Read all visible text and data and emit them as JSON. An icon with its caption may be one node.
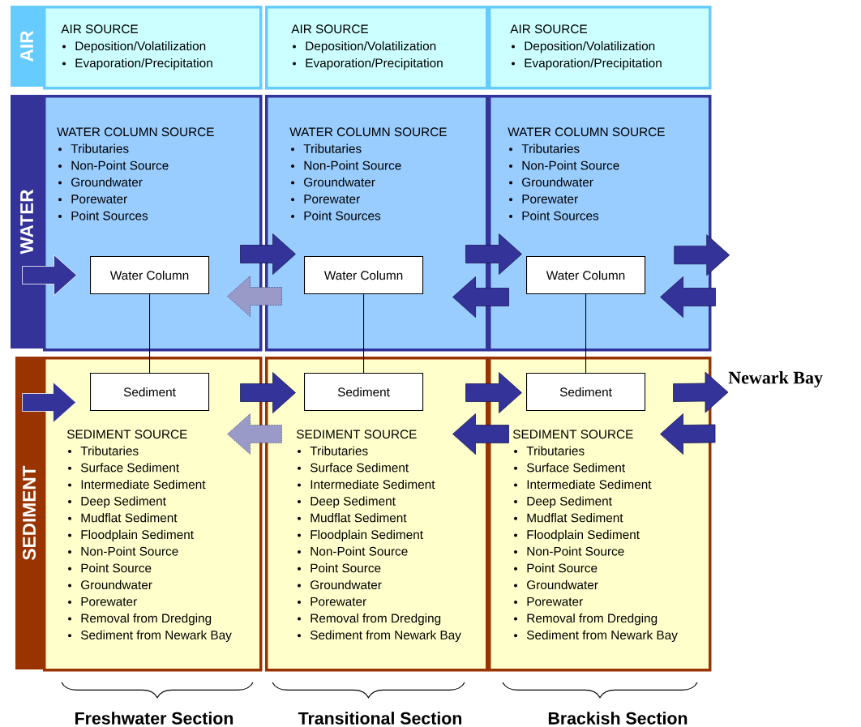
{
  "diagram": {
    "nodes": [
      {
        "text": [
          "AIR"
        ]
      },
      {
        "text": [
          "WATER"
        ]
      },
      {
        "text": [
          "SEDIMENT"
        ]
      },
      {
        "text": [
          "AIR SOURCE",
          "Deposition/Volatilization",
          "Evaporation/Precipitation"
        ]
      },
      {
        "text": [
          "AIR SOURCE",
          "Deposition/Volatilization",
          "Evaporation/Precipitation"
        ]
      },
      {
        "text": [
          "AIR SOURCE",
          "Deposition/Volatilization",
          "Evaporation/Precipitation"
        ]
      },
      {
        "text": [
          "WATER COLUMN SOURCE",
          "Tributaries",
          "Non-Point Source",
          "Groundwater",
          "Porewater",
          "Point Sources"
        ]
      },
      {
        "text": [
          "WATER COLUMN SOURCE",
          "Tributaries",
          "Non-Point Source",
          "Groundwater",
          "Porewater",
          "Point Sources"
        ]
      },
      {
        "text": [
          "WATER COLUMN SOURCE",
          "Tributaries",
          "Non-Point Source",
          "Groundwater",
          "Porewater",
          "Point Sources"
        ]
      },
      {
        "text": [
          "Water Column"
        ],
        "in": 6
      },
      {
        "text": [
          "Water Column"
        ],
        "in": 7
      },
      {
        "text": [
          "Water Column"
        ],
        "in": 8
      },
      {
        "text": [
          "SEDIMENT SOURCE",
          "Tributaries",
          "Surface Sediment",
          "Intermediate Sediment",
          "Deep Sediment",
          "Mudflat Sediment",
          "Floodplain Sediment",
          "Non-Point Source",
          "Point Source",
          "Groundwater",
          "Porewater",
          "Removal from Dredging",
          "Sediment from Newark Bay"
        ]
      },
      {
        "text": [
          "SEDIMENT SOURCE",
          "Tributaries",
          "Surface Sediment",
          "Intermediate Sediment",
          "Deep Sediment",
          "Mudflat Sediment",
          "Floodplain Sediment",
          "Non-Point Source",
          "Point Source",
          "Groundwater",
          "Porewater",
          "Removal from Dredging",
          "Sediment from Newark Bay"
        ]
      },
      {
        "text": [
          "SEDIMENT SOURCE",
          "Tributaries",
          "Surface Sediment",
          "Intermediate Sediment",
          "Deep Sediment",
          "Mudflat Sediment",
          "Floodplain Sediment",
          "Non-Point Source",
          "Point Source",
          "Groundwater",
          "Porewater",
          "Removal from Dredging",
          "Sediment from Newark Bay"
        ]
      },
      {
        "text": [
          "Sediment"
        ],
        "in": 12
      },
      {
        "text": [
          "Sediment"
        ],
        "in": 13
      },
      {
        "text": [
          "Sediment"
        ],
        "in": 14
      },
      {
        "text": [
          "Newark Bay"
        ]
      }
    ],
    "edges": [
      {
        "from": null,
        "to": 9,
        "arrow": "to"
      },
      {
        "from": 9,
        "to": 10,
        "arrow": "to"
      },
      {
        "from": 10,
        "to": 9,
        "arrow": "to",
        "style": "dashed",
        "color": "#9a9ac8"
      },
      {
        "from": 10,
        "to": 11,
        "arrow": "to"
      },
      {
        "from": 11,
        "to": 10,
        "arrow": "to"
      },
      {
        "from": 8,
        "to": null,
        "arrow": "to"
      },
      {
        "from": null,
        "to": 11,
        "arrow": "to"
      },
      {
        "from": 9,
        "to": 15,
        "arrow": "none",
        "color": "#000000"
      },
      {
        "from": 10,
        "to": 16,
        "arrow": "none",
        "color": "#000000"
      },
      {
        "from": 11,
        "to": 17,
        "arrow": "none",
        "color": "#000000"
      },
      {
        "from": null,
        "to": 15,
        "arrow": "to"
      },
      {
        "from": 15,
        "to": 16,
        "arrow": "to"
      },
      {
        "from": 16,
        "to": 15,
        "arrow": "to",
        "style": "dashed",
        "color": "#9a9ac8"
      },
      {
        "from": 16,
        "to": 17,
        "arrow": "to"
      },
      {
        "from": 17,
        "to": 16,
        "arrow": "to"
      },
      {
        "from": 17,
        "to": 18,
        "arrow": "to"
      },
      {
        "from": 18,
        "to": 17,
        "arrow": "to"
      }
    ],
    "labels": [
      "Freshwater Section",
      "Transitional Section",
      "Brackish Section"
    ]
  }
}
